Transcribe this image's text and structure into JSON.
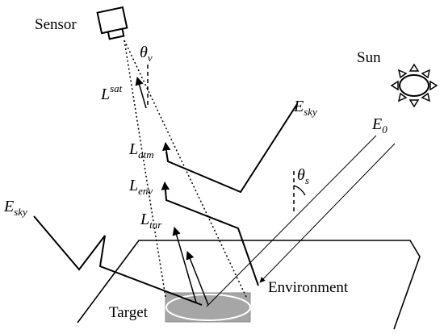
{
  "labels": {
    "sensor": "Sensor",
    "sun": "Sun",
    "environment": "Environment",
    "target": "Target"
  },
  "symbols": {
    "l_sat": {
      "base": "L",
      "sup": "sat"
    },
    "theta_v": {
      "base": "θ",
      "sub": "v"
    },
    "theta_s": {
      "base": "θ",
      "sub": "s"
    },
    "e_sky_right": {
      "base": "E",
      "sub": "sky"
    },
    "e_sky_left": {
      "base": "E",
      "sub": "sky"
    },
    "e_zero": {
      "base": "E",
      "sub": "0"
    },
    "l_atm": {
      "base": "L",
      "sub": "atm"
    },
    "l_env": {
      "base": "L",
      "sub": "env"
    },
    "l_tar": {
      "base": "L",
      "sub": "tar"
    }
  },
  "colors": {
    "ink": "#000000",
    "target_fill": "#a6a6a6",
    "sensor_fill": "#ffffff"
  }
}
